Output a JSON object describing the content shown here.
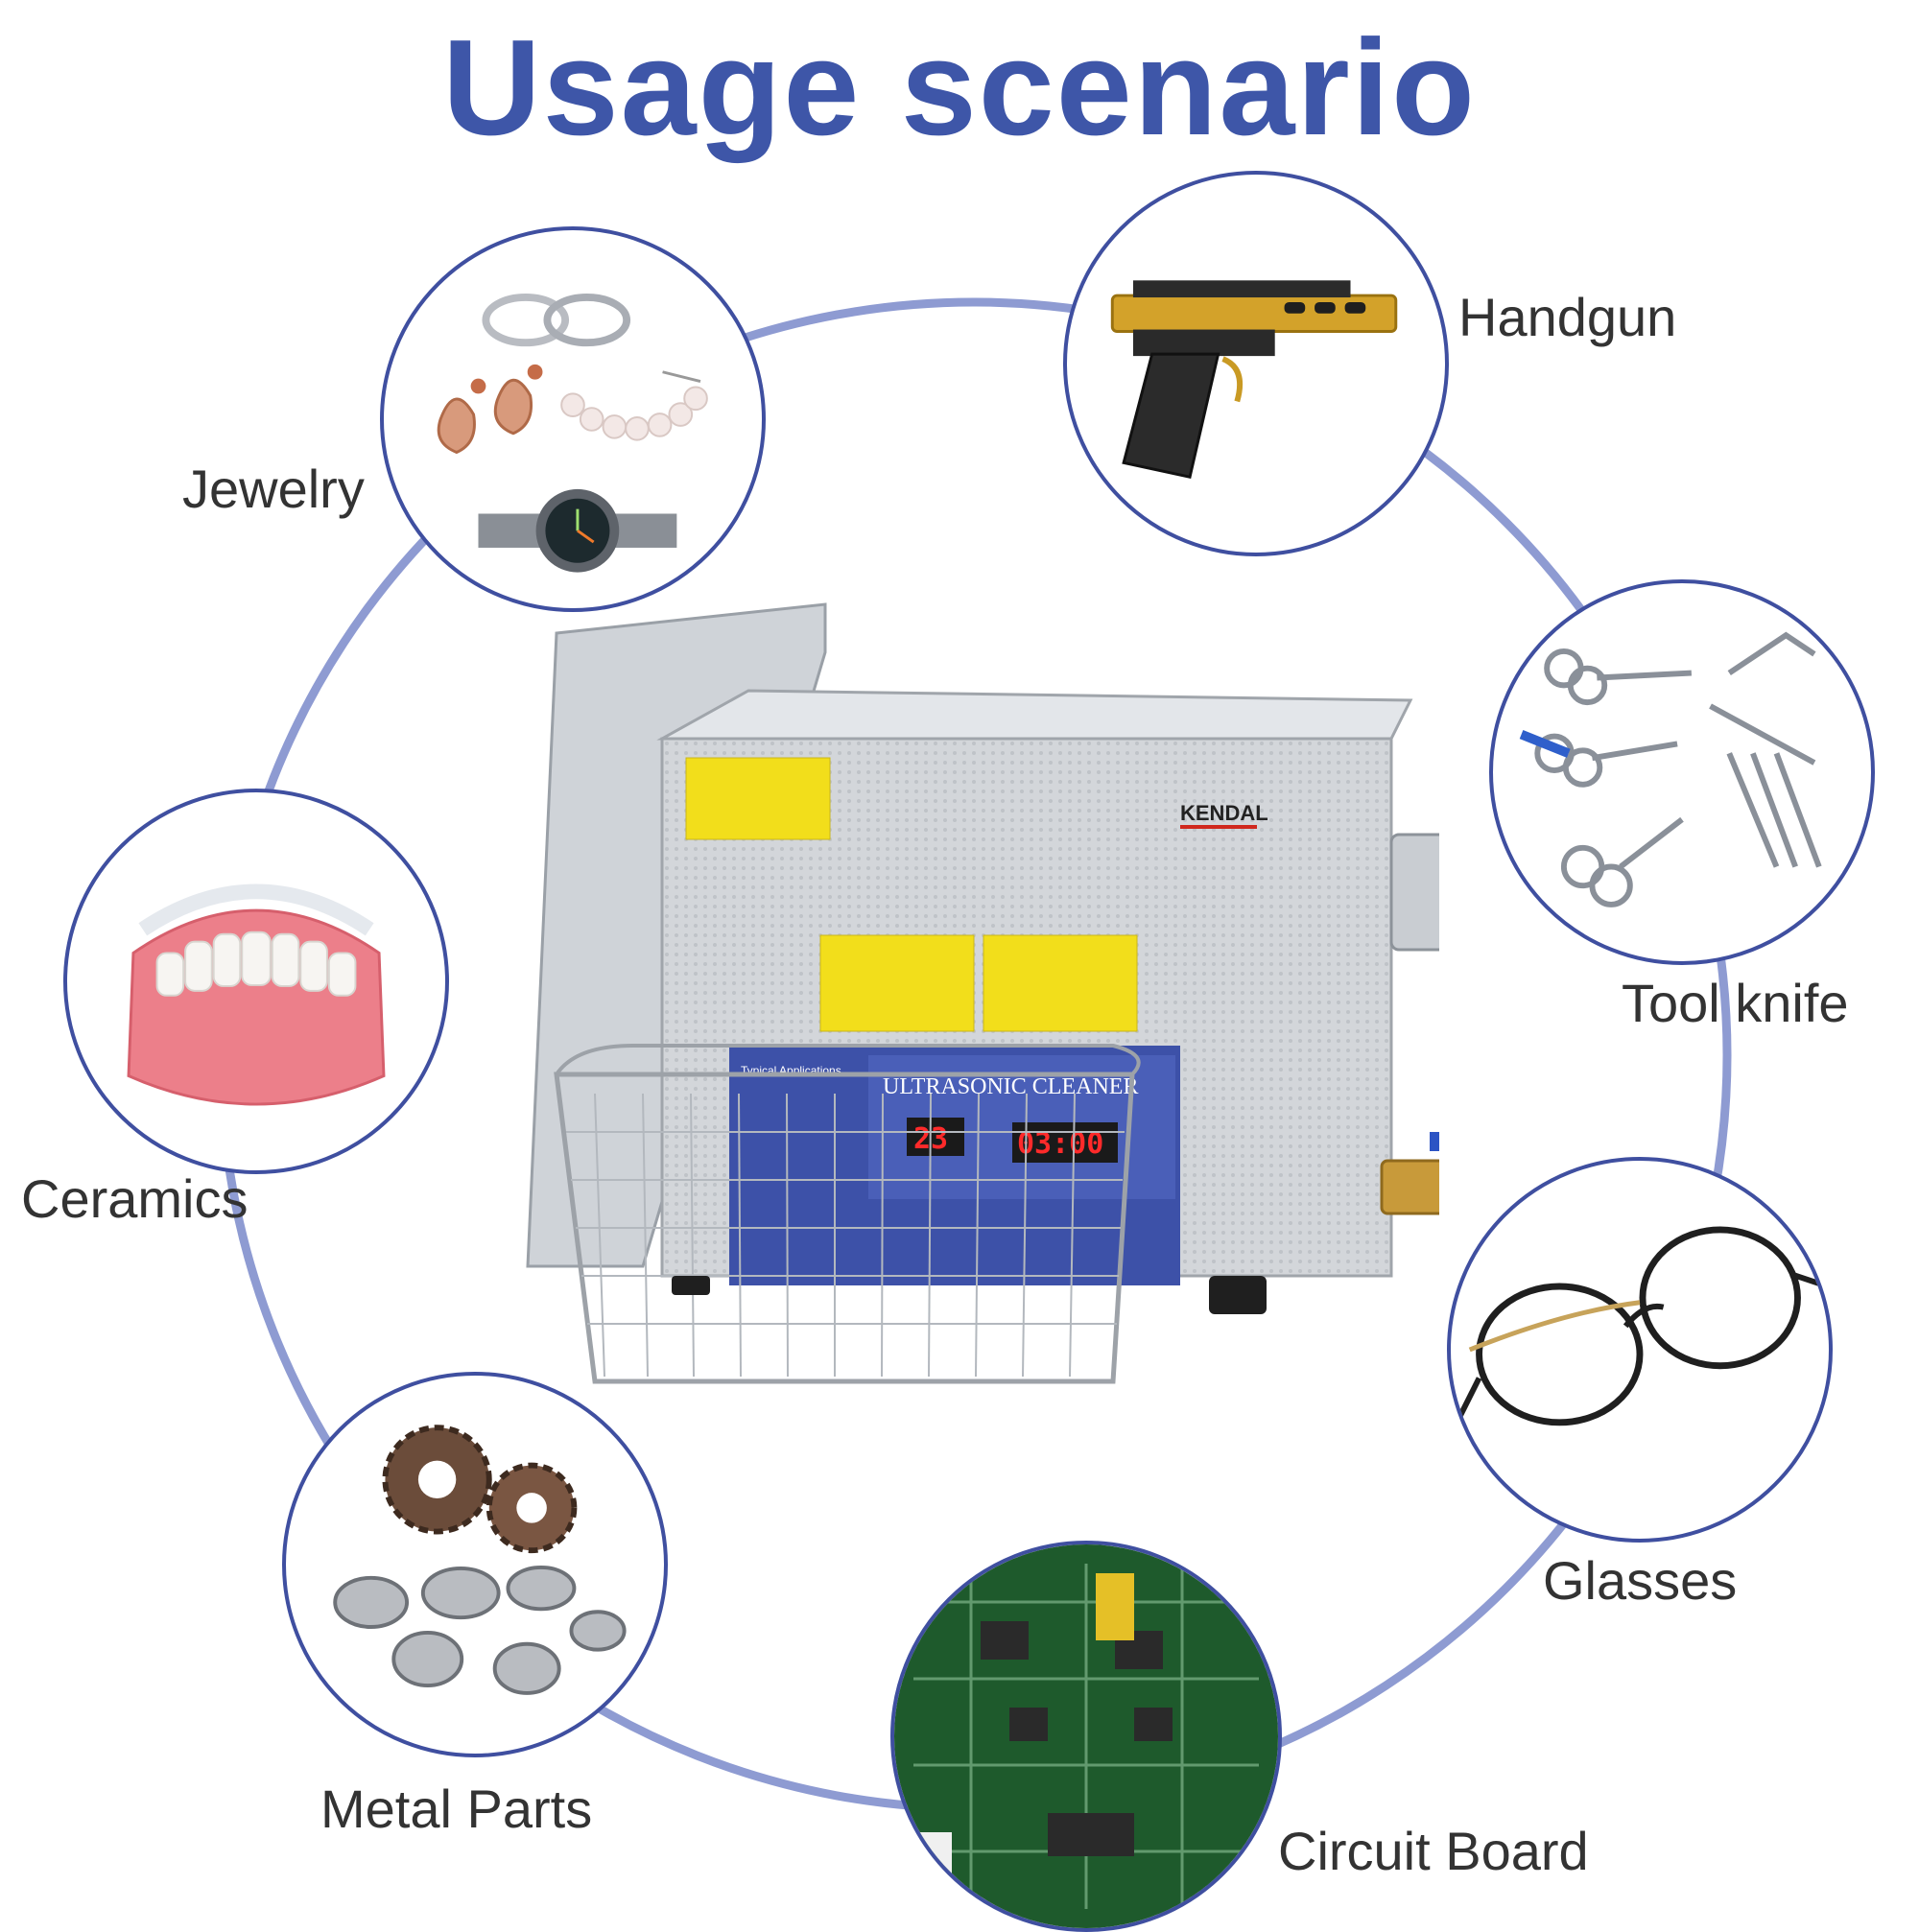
{
  "header": {
    "title": "Usage scenario"
  },
  "scenarios": [
    {
      "label": "Jewelry",
      "icon": "jewelry-icon"
    },
    {
      "label": "Handgun",
      "icon": "handgun-icon"
    },
    {
      "label": "Tool knife",
      "icon": "tool-knife-icon"
    },
    {
      "label": "Ceramics",
      "icon": "ceramics-icon"
    },
    {
      "label": "Glasses",
      "icon": "glasses-icon"
    },
    {
      "label": "Metal Parts",
      "icon": "metal-parts-icon"
    },
    {
      "label": "Circuit Board",
      "icon": "circuit-board-icon"
    }
  ],
  "product": {
    "brand": "KENDAL",
    "panel_title": "ULTRASONIC CLEANER",
    "temperature_display": "23",
    "time_display": "03:00",
    "applications_heading": "Typical Applications"
  },
  "colors": {
    "accent": "#3e56a8",
    "ring": "#8e9bd2",
    "bubble_border": "#3f4fa0"
  }
}
